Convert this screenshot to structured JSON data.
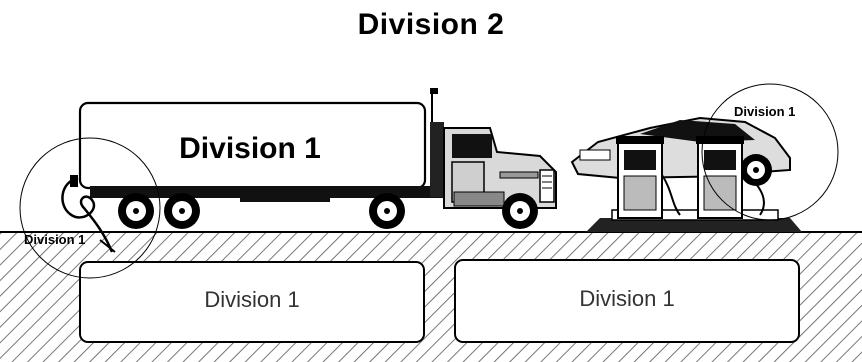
{
  "title": "Division 2",
  "labels": {
    "trailer": "Division 1",
    "hose_zone": "Division 1",
    "car_zone": "Division 1",
    "underground_left": "Division 1",
    "underground_right": "Division 1"
  },
  "icons": [
    "tanker-truck-icon",
    "car-icon",
    "fuel-dispenser-icon",
    "hose-icon"
  ],
  "colors": {
    "line": "#000000",
    "ground_hatch": "#555555",
    "truck_cab": "#d9d9d9",
    "background": "#ffffff"
  }
}
